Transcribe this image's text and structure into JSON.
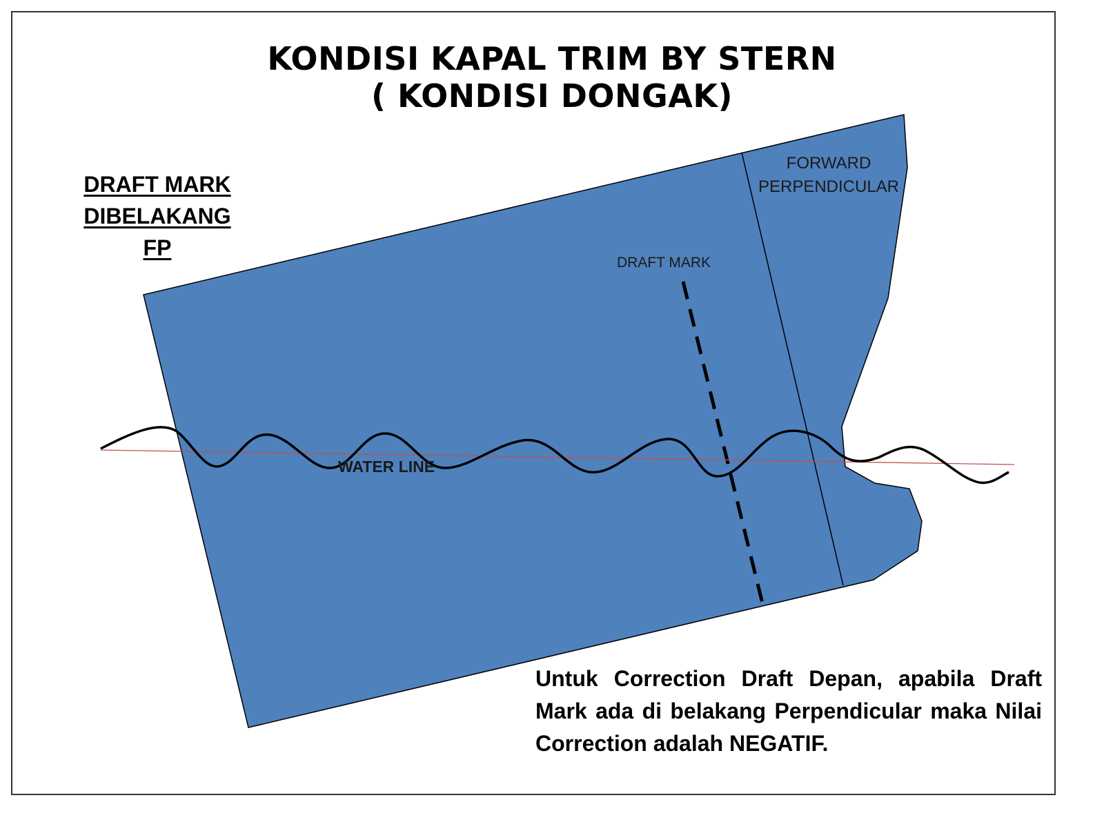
{
  "title": {
    "line1": "KONDISI KAPAL TRIM BY STERN",
    "line2": "( KONDISI DONGAK)"
  },
  "side_heading": {
    "line1": "DRAFT MARK",
    "line2": "DIBELAKANG FP"
  },
  "labels": {
    "forward_perpendicular_line1": "FORWARD",
    "forward_perpendicular_line2": "PERPENDICULAR",
    "draft_mark": "DRAFT MARK",
    "water_line": "WATER LINE"
  },
  "note": "Untuk Correction Draft Depan, apabila Draft Mark ada di belakang Perpendicular maka Nilai Correction adalah NEGATIF.",
  "colors": {
    "hull_fill": "#4F81BD",
    "outline": "#000000",
    "reference_line": "#C0504D",
    "frame": "#333333"
  }
}
